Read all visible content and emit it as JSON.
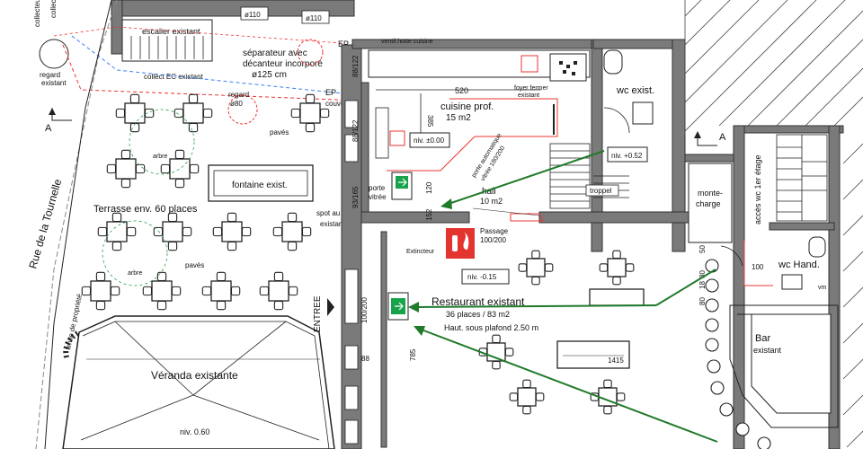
{
  "labels": {
    "collecteur": "collecteur",
    "collect_ec_top": "collect",
    "regard_existant": "regard\nexistant",
    "escalier": "escalier existant",
    "sep110_a": "ø110",
    "sep110_b": "ø110",
    "separateur": "séparateur avec\ndécanteur incorporé\nø125 cm",
    "collect_ec": "collect EC existant",
    "ep1": "EP",
    "ep2": "EP",
    "couvert": "couvert",
    "regard80": "regard\nø80",
    "paves1": "pavés",
    "arbre1": "arbre",
    "fontaine": "fontaine exist.",
    "terrasse": "Terrasse env. 60 places",
    "arbre2": "arbre",
    "paves2": "pavés",
    "spot": "spot au sol\nexistant",
    "rue": "Rue de la Tournelle",
    "limite": "limite de propriété",
    "veranda": "Véranda existante",
    "niv_bottom": "niv. 0.60",
    "ventil": "ventil.hotte cuisine",
    "foyer": "foyer fermer\nexistant",
    "cuisine": "cuisine prof.",
    "cuisine_m2": "15 m2",
    "niv000": "niv. ±0.00",
    "porte_auto": "porte automatique\nvitrée 180/200",
    "wc_exist": "wc exist.",
    "niv052": "niv. +0.52",
    "hall": "hall",
    "hall_m2": "10 m2",
    "troppel": "troppel",
    "porte_vitree": "porte\nvitrée",
    "passage": "Passage\n100/200",
    "extincteur": "Extincteur",
    "niv015": "niv. -0.15",
    "restaurant": "Restaurant existant",
    "places": "36 places / 83 m2",
    "haut": "Haut. sous plafond 2.50 m",
    "entree": "ENTREE",
    "monte": "monte-\ncharge",
    "acces": "accès wc 1er étage",
    "wc_hand": "wc Hand.",
    "bar": "Bar\nexistant",
    "north_a1": "A",
    "north_a2": "A",
    "vm": "vm"
  },
  "dims": {
    "d520": "520",
    "d385": "385",
    "d88_122a": "88/122",
    "d88_122b": "88/122",
    "d93_165": "93/165",
    "d120": "120",
    "d152": "152",
    "d100_200": "100/200",
    "d88": "88",
    "d785": "785",
    "d1415": "1415",
    "d100": "100",
    "d50": "50",
    "d80": "80",
    "d18": "18",
    "d80b": "80"
  },
  "colors": {
    "wall": "#7a7a7a",
    "exit_green": "#16a34a",
    "arrow_green": "#1f7a2a",
    "fire_red": "#e3342f",
    "red_line": "#e33",
    "blue_line": "#3b82f6"
  }
}
